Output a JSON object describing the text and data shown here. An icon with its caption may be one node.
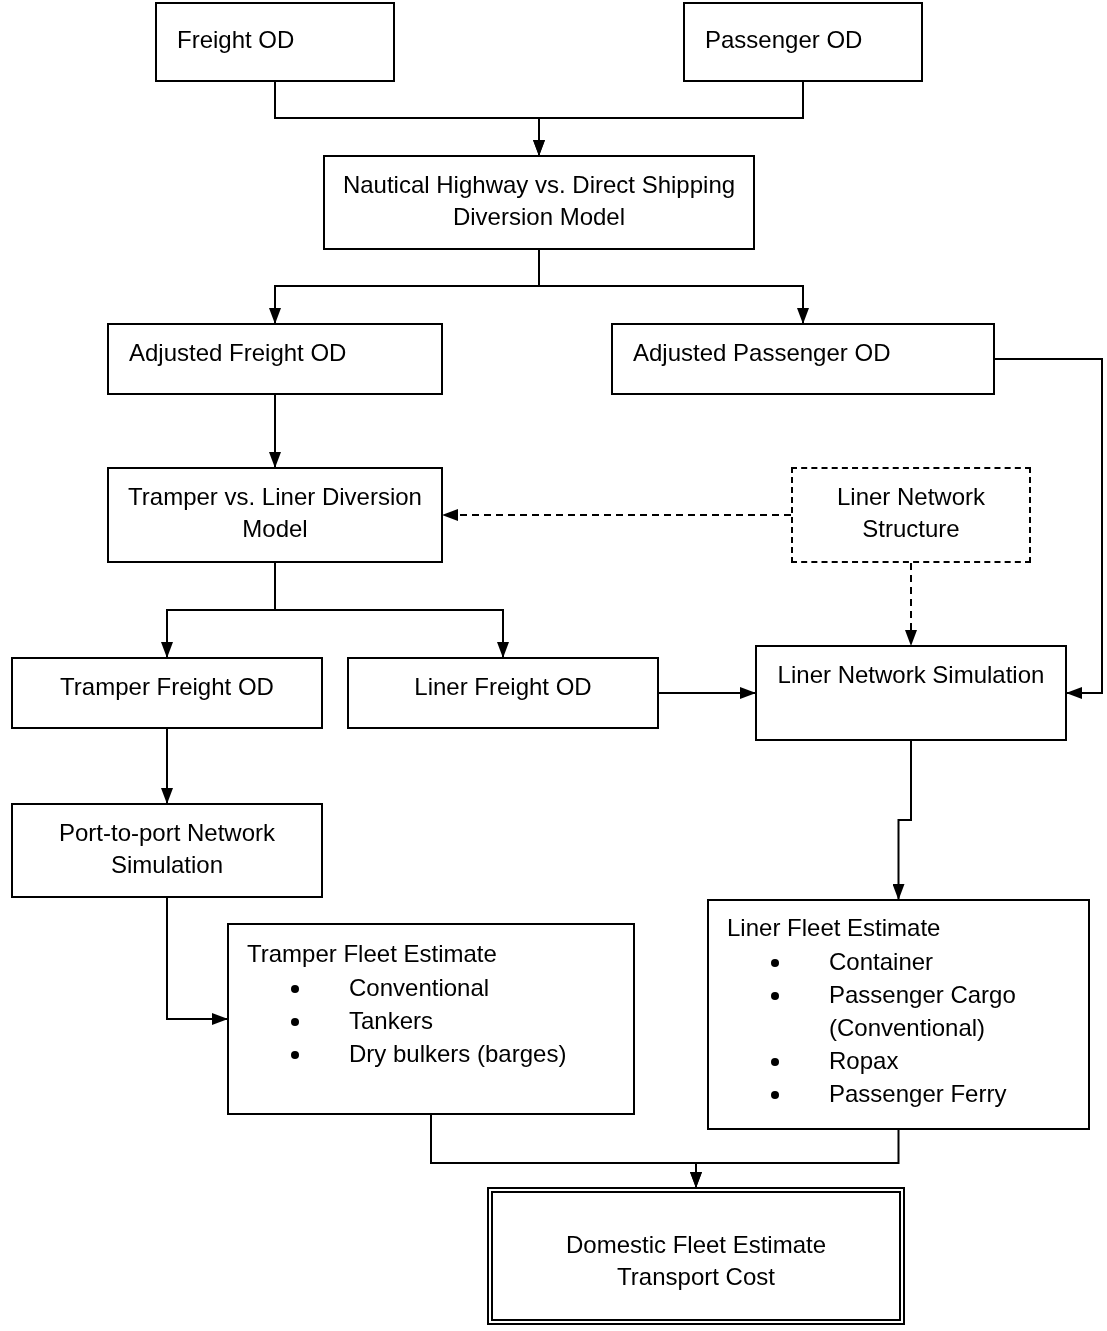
{
  "diagram": {
    "nodes": [
      {
        "text": [
          "Freight OD"
        ]
      },
      {
        "text": [
          "Passenger OD"
        ]
      },
      {
        "text": [
          "Nautical Highway vs. Direct Shipping Diversion Model"
        ]
      },
      {
        "text": [
          "Adjusted Freight OD"
        ]
      },
      {
        "text": [
          "Adjusted Passenger OD"
        ]
      },
      {
        "text": [
          "Tramper vs. Liner Diversion Model"
        ]
      },
      {
        "text": [
          "Liner Network Structure"
        ]
      },
      {
        "text": [
          "Tramper Freight OD"
        ]
      },
      {
        "text": [
          "Liner Freight OD"
        ]
      },
      {
        "text": [
          "Liner Network Simulation"
        ]
      },
      {
        "text": [
          "Port-to-port Network Simulation"
        ]
      },
      {
        "text": [
          "Tramper Fleet Estimate",
          "Conventional",
          "Tankers",
          "Dry bulkers (barges)"
        ]
      },
      {
        "text": [
          "Liner Fleet Estimate",
          "Container",
          "Passenger Cargo (Conventional)",
          "Ropax",
          "Passenger Ferry"
        ]
      },
      {
        "text": [
          "Domestic Fleet Estimate",
          "Transport Cost"
        ]
      }
    ],
    "edges": [
      {
        "from": 0,
        "to": 2,
        "arrow": "to"
      },
      {
        "from": 1,
        "to": 2,
        "arrow": "to"
      },
      {
        "from": 2,
        "to": 3,
        "arrow": "to"
      },
      {
        "from": 2,
        "to": 4,
        "arrow": "to"
      },
      {
        "from": 3,
        "to": 5,
        "arrow": "to"
      },
      {
        "from": 6,
        "to": 5,
        "arrow": "to",
        "style": "dashed"
      },
      {
        "from": 5,
        "to": 7,
        "arrow": "to"
      },
      {
        "from": 5,
        "to": 8,
        "arrow": "to"
      },
      {
        "from": 6,
        "to": 9,
        "arrow": "to",
        "style": "dashed"
      },
      {
        "from": 8,
        "to": 9,
        "arrow": "to"
      },
      {
        "from": 4,
        "to": 9,
        "arrow": "to"
      },
      {
        "from": 7,
        "to": 10,
        "arrow": "to"
      },
      {
        "from": 10,
        "to": 11,
        "arrow": "to"
      },
      {
        "from": 9,
        "to": 12,
        "arrow": "to"
      },
      {
        "from": 11,
        "to": 13,
        "arrow": "to"
      },
      {
        "from": 12,
        "to": 13,
        "arrow": "to"
      }
    ]
  }
}
